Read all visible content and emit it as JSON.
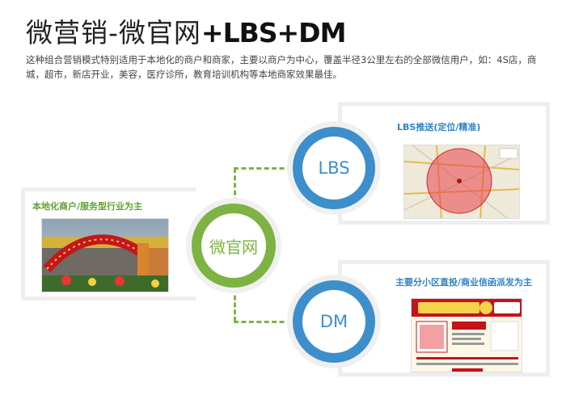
{
  "header": {
    "title_cn": "微营销-微官网",
    "title_en": "+LBS+DM",
    "description": "这种组合营销模式特别适用于本地化的商户和商家，主要以商户为中心，覆盖半径3公里左右的全部微信用户，如：4S店，商城，超市，新店开业，美容，医疗诊所，教育培训机构等本地商家效果最佳。"
  },
  "left_panel": {
    "caption": "本地化商户/服务型行业为主"
  },
  "center_node": {
    "label": "微官网"
  },
  "lbs_node": {
    "label": "LBS",
    "caption": "LBS推送(定位/精准)"
  },
  "dm_node": {
    "label": "DM",
    "caption": "主要分小区直投/商业信函派发为主"
  },
  "colors": {
    "green": "#7cb342",
    "blue": "#3d8fcc",
    "panel_border": "#eeeeee"
  }
}
